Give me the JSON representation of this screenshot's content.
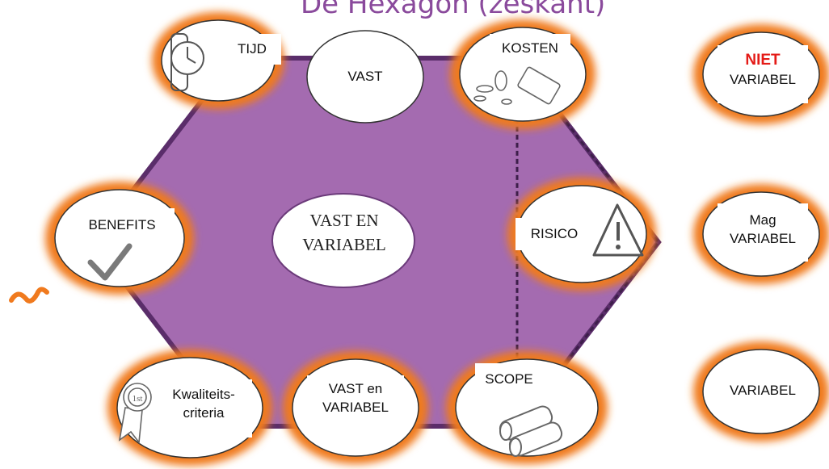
{
  "title": "De Hexagon (zeskant)",
  "center": {
    "line1": "VAST EN",
    "line2": "VARIABEL"
  },
  "nodes": {
    "tijd": "TIJD",
    "vast_top": "VAST",
    "kosten": "KOSTEN",
    "benefits": "BENEFITS",
    "risico": "RISICO",
    "kwaliteit_line1": "Kwaliteits-",
    "kwaliteit_line2": "criteria",
    "vast_en_line1": "VAST en",
    "vast_en_line2": "VARIABEL",
    "scope": "SCOPE"
  },
  "legend": {
    "niet_line1": "NIET",
    "niet_line2": "VARIABEL",
    "mag_line1": "Mag",
    "mag_line2": "VARIABEL",
    "variabel": "VARIABEL"
  },
  "colors": {
    "hexagon": "#a46bb0",
    "ring": "#f07a1e",
    "title": "#8a4a9c",
    "niet": "#e41b17"
  }
}
